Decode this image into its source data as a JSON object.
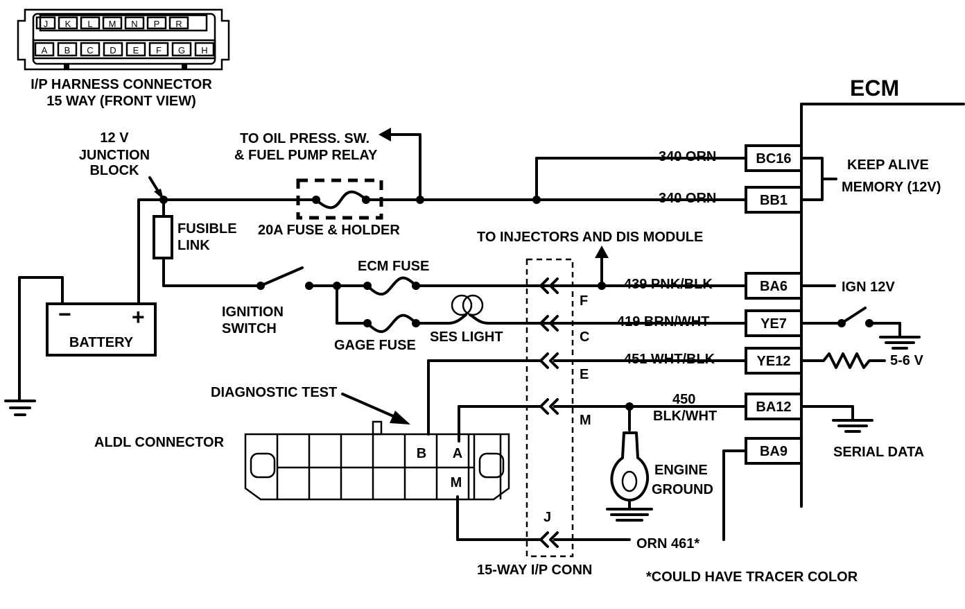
{
  "connector_key": {
    "title_line1": "I/P HARNESS CONNECTOR",
    "title_line2": "15 WAY (FRONT VIEW)",
    "top_pins": [
      "J",
      "K",
      "L",
      "M",
      "N",
      "P",
      "R"
    ],
    "bottom_pins": [
      "A",
      "B",
      "C",
      "D",
      "E",
      "F",
      "G",
      "H"
    ]
  },
  "labels": {
    "junction_block": [
      "12 V",
      "JUNCTION",
      "BLOCK"
    ],
    "oil_press": [
      "TO OIL PRESS. SW.",
      "& FUEL PUMP RELAY"
    ],
    "fusible_link": [
      "FUSIBLE",
      "LINK"
    ],
    "fuse_holder": "20A FUSE & HOLDER",
    "injectors": "TO INJECTORS AND DIS MODULE",
    "battery": "BATTERY",
    "battery_neg": "−",
    "battery_pos": "+",
    "ignition_switch": [
      "IGNITION",
      "SWITCH"
    ],
    "ecm_fuse": "ECM FUSE",
    "gage_fuse": "GAGE FUSE",
    "ses_light": "SES  LIGHT",
    "diagnostic_test": "DIAGNOSTIC TEST",
    "aldl_connector": "ALDL CONNECTOR",
    "engine_ground": [
      "ENGINE",
      "GROUND"
    ],
    "ip_conn": "15-WAY I/P CONN",
    "tracer_note": "*COULD HAVE TRACER COLOR",
    "ecm": "ECM",
    "keep_alive": [
      "KEEP ALIVE",
      "MEMORY (12V)"
    ],
    "ign_12v": "IGN 12V",
    "five_six_v": "5-6 V",
    "serial_data": "SERIAL DATA"
  },
  "wires": {
    "w340a": "340  ORN",
    "w340b": "340  ORN",
    "w439": "439  PNK/BLK",
    "w419": "419  BRN/WHT",
    "w451": "451  WHT/BLK",
    "w450a": "450",
    "w450b": "BLK/WHT",
    "w461": "ORN 461*"
  },
  "ip_pins": {
    "F": "F",
    "C": "C",
    "E": "E",
    "M": "M",
    "J": "J"
  },
  "ecm_pins": [
    "BC16",
    "BB1",
    "BA6",
    "YE7",
    "YE12",
    "BA12",
    "BA9"
  ],
  "aldl_pins": {
    "B": "B",
    "A": "A",
    "M": "M"
  }
}
